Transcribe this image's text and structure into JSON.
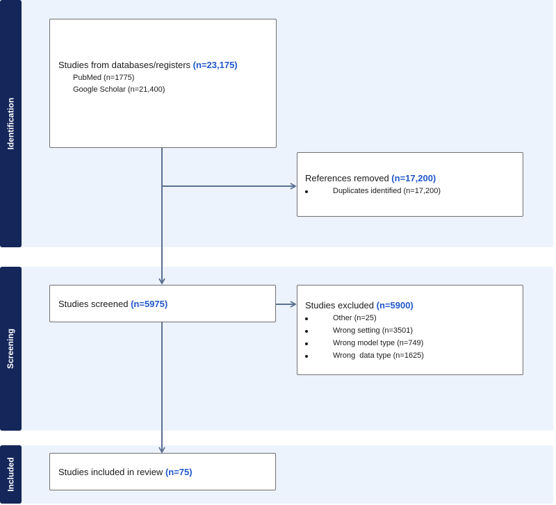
{
  "sections": {
    "identification": "Identification",
    "screening": "Screening",
    "included": "Included"
  },
  "identified": {
    "title": "Studies from databases/registers",
    "count": "(n=23,175)",
    "sources": [
      "PubMed (n=1775)",
      "Google Scholar (n=21,400)"
    ]
  },
  "removed": {
    "title": "References removed",
    "count": "(n=17,200)",
    "items": [
      "Duplicates identified (n=17,200)"
    ]
  },
  "screened": {
    "title": "Studies screened",
    "count": "(n=5975)"
  },
  "excluded": {
    "title": "Studies excluded",
    "count": "(n=5900)",
    "items": [
      "Other (n=25)",
      "Wrong setting (n=3501)",
      "Wrong model type (n=749)",
      "Wrong  data type (n=1625)"
    ]
  },
  "included": {
    "title": "Studies included in review",
    "count": "(n=75)"
  },
  "colors": {
    "section_label_bg": "#14265a",
    "section_bg": "#edf3fd",
    "count_text": "#1f56cc",
    "arrow": "#5a6f91"
  }
}
